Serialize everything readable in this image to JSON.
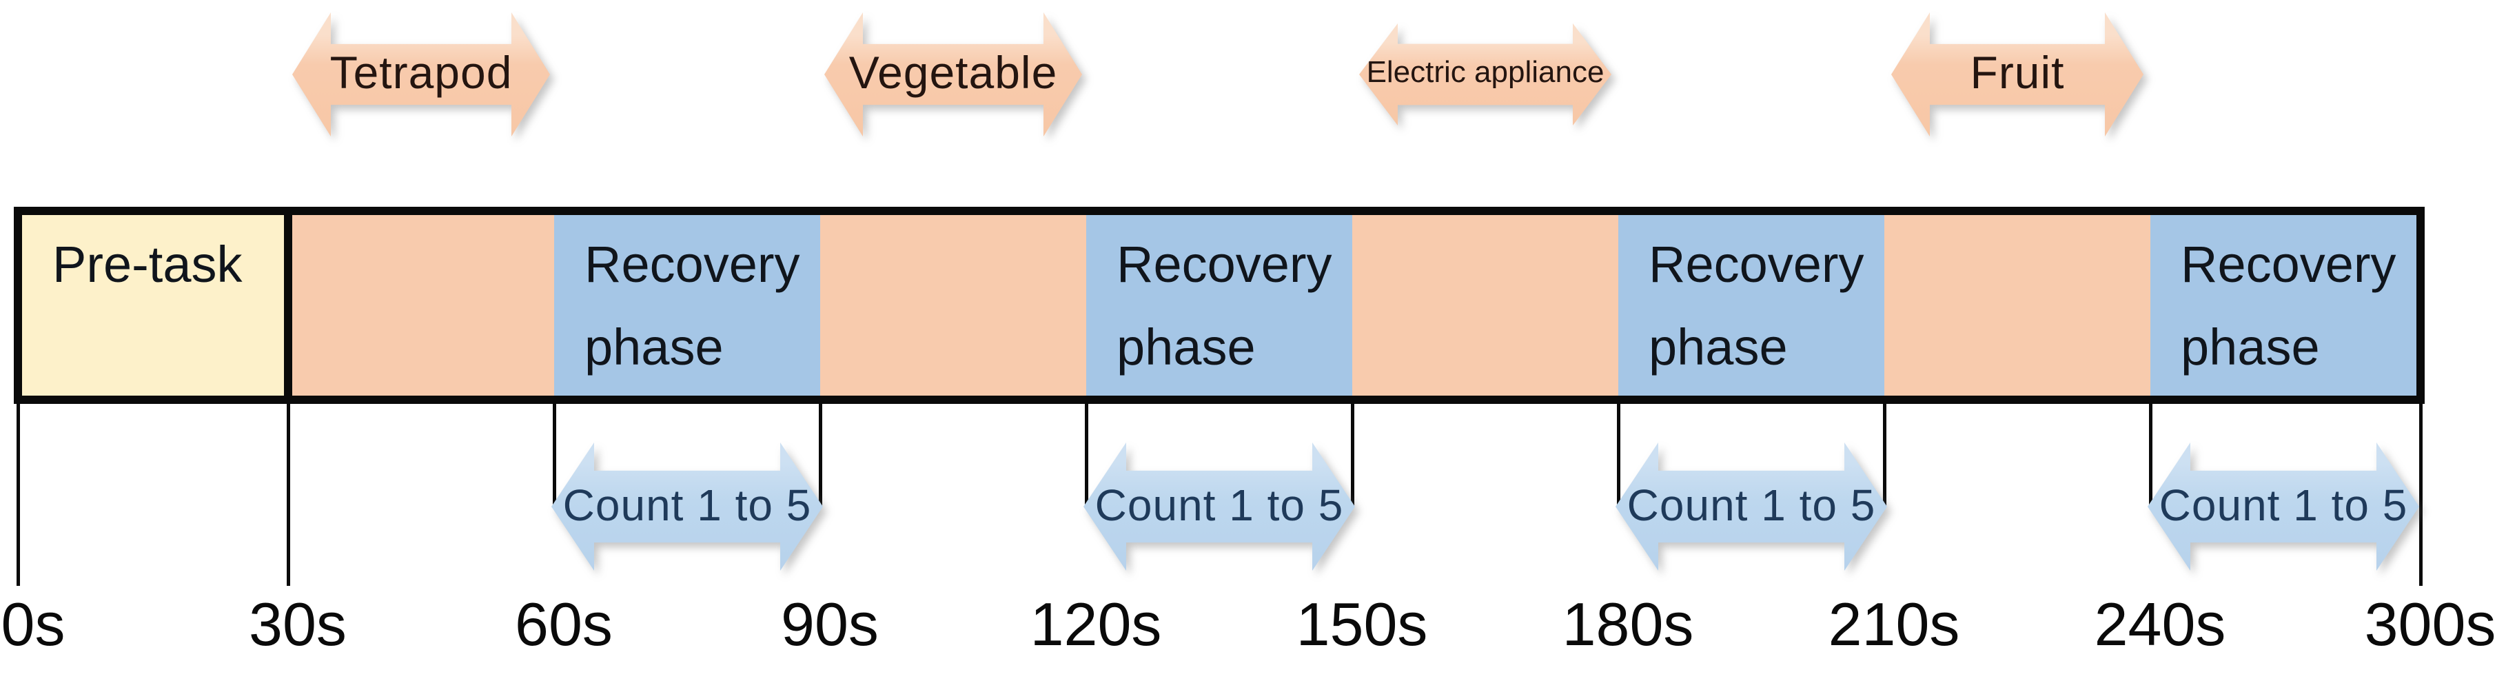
{
  "figure": {
    "description": "Experimental protocol timeline from 0s to 300s with naming tasks and recovery phases",
    "colors": {
      "background": "#ffffff",
      "pretask_fill": "#fdf1ca",
      "task_fill": "#f8cbad",
      "recovery_fill": "#a5c6e6",
      "task_arrow_fill": "#f8cbad",
      "count_arrow_fill": "#bdd7ee",
      "count_text": "#1f3a5a",
      "line_color": "#0a0a0a"
    },
    "task_arrows": [
      {
        "label": "Tetrapod"
      },
      {
        "label": "Vegetable"
      },
      {
        "label": "Electric appliance"
      },
      {
        "label": "Fruit"
      }
    ],
    "timeline_bar": {
      "segments": [
        {
          "label": "Pre-task",
          "kind": "pretask",
          "start": "0s",
          "end": "30s"
        },
        {
          "label": "",
          "kind": "task",
          "start": "30s",
          "end": "60s"
        },
        {
          "label": "Recovery phase",
          "kind": "recovery",
          "start": "60s",
          "end": "90s"
        },
        {
          "label": "",
          "kind": "task",
          "start": "90s",
          "end": "120s"
        },
        {
          "label": "Recovery phase",
          "kind": "recovery",
          "start": "120s",
          "end": "150s"
        },
        {
          "label": "",
          "kind": "task",
          "start": "150s",
          "end": "180s"
        },
        {
          "label": "Recovery phase",
          "kind": "recovery",
          "start": "180s",
          "end": "210s"
        },
        {
          "label": "",
          "kind": "task",
          "start": "210s",
          "end": "240s"
        },
        {
          "label": "Recovery phase",
          "kind": "recovery",
          "start": "240s",
          "end": "300s"
        }
      ]
    },
    "count_arrows": [
      {
        "label": "Count 1 to 5"
      },
      {
        "label": "Count 1 to 5"
      },
      {
        "label": "Count 1 to 5"
      },
      {
        "label": "Count 1 to 5"
      }
    ],
    "axis": {
      "tick_labels": [
        "0s",
        "30s",
        "60s",
        "90s",
        "120s",
        "150s",
        "180s",
        "210s",
        "240s",
        "300s"
      ]
    }
  }
}
